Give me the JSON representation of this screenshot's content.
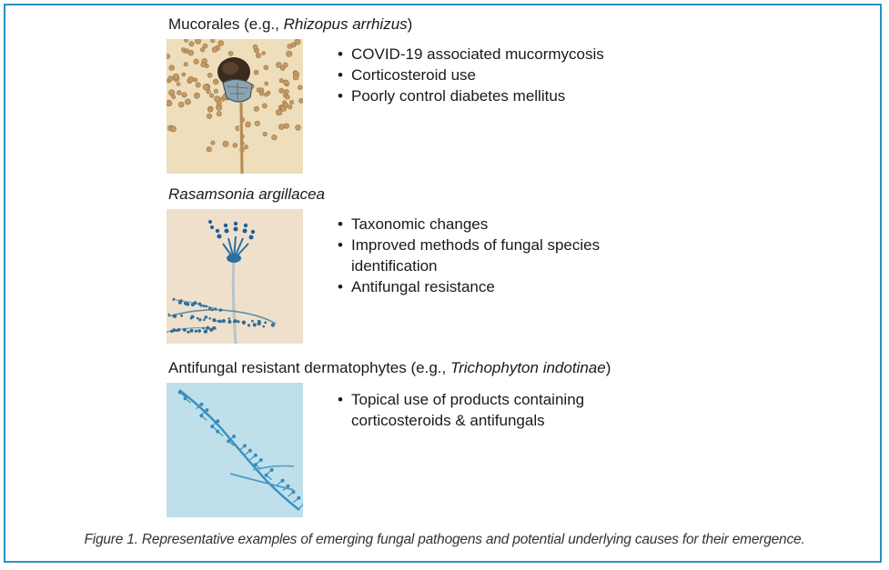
{
  "sections": [
    {
      "title_plain": "Mucorales (e.g., ",
      "title_italic": "Rhizopus arrhizus",
      "title_tail": ")",
      "bullets": [
        "COVID-19 associated mucormycosis",
        "Corticosteroid use",
        "Poorly control diabetes mellitus"
      ]
    },
    {
      "title_plain": "",
      "title_italic": "Rasamsonia argillacea",
      "title_tail": "",
      "bullets": [
        "Taxonomic changes",
        "Improved methods of fungal species identification",
        "Antifungal resistance"
      ]
    },
    {
      "title_plain": "Antifungal resistant dermatophytes (e.g., ",
      "title_italic": "Trichophyton indotinae",
      "title_tail": ")",
      "bullets": [
        "Topical use of products containing corticosteroids & antifungals"
      ]
    }
  ],
  "caption": "Figure 1. Representative examples of emerging fungal pathogens and potential underlying causes for their emergence.",
  "colors": {
    "border": "#2a8fc6",
    "micro1_bg": "#e9d7b0",
    "micro2_bg": "#efe0cc",
    "micro3_bg": "#bfe0ea"
  }
}
